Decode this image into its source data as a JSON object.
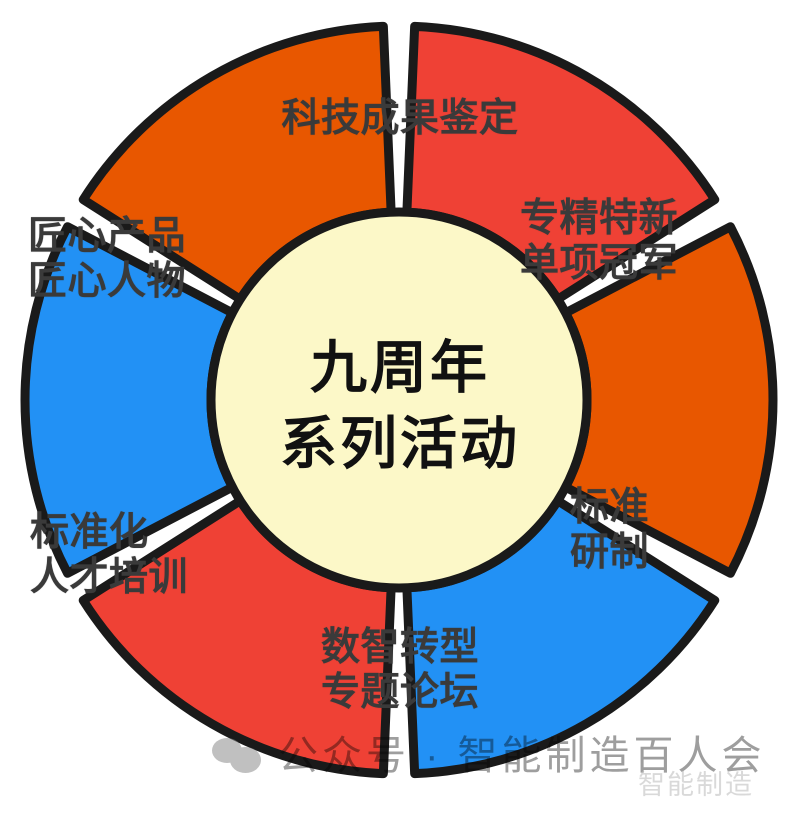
{
  "chart_data": {
    "type": "pie",
    "title": "九周年系列活动",
    "subtitle": "",
    "xlabel": "",
    "ylabel": "",
    "legend_position": "none",
    "grid": false,
    "hub": {
      "lines": [
        "九周年",
        "系列活动"
      ],
      "fill": "#FCF8C8",
      "stroke": "#1A1A1A",
      "text_color": "#111111"
    },
    "segment_count": 6,
    "categories": [
      "科技成果鉴定",
      "专精特新 单项冠军",
      "标准研制",
      "数智转型 专题论坛",
      "标准化 人才培训",
      "匠心产品 匠心人物"
    ],
    "values": [
      60,
      60,
      60,
      60,
      60,
      60
    ],
    "unit": "度",
    "segments": [
      {
        "id": "top",
        "lines": [
          "科技成果鉴定"
        ],
        "color": "#EF4135",
        "color_name": "red",
        "start_angle": -90,
        "end_angle": -30,
        "value": 60
      },
      {
        "id": "top-right",
        "lines": [
          "专精特新",
          "单项冠军"
        ],
        "color": "#E85700",
        "color_name": "orange",
        "start_angle": -30,
        "end_angle": 30,
        "value": 60
      },
      {
        "id": "right",
        "lines": [
          "标准",
          "研制"
        ],
        "color": "#2291F5",
        "color_name": "blue",
        "start_angle": 30,
        "end_angle": 90,
        "value": 60
      },
      {
        "id": "bottom",
        "lines": [
          "数智转型",
          "专题论坛"
        ],
        "color": "#EF4135",
        "color_name": "red",
        "start_angle": 90,
        "end_angle": 150,
        "value": 60
      },
      {
        "id": "bottom-left",
        "lines": [
          "标准化",
          "人才培训"
        ],
        "color": "#2291F5",
        "color_name": "blue",
        "start_angle": 150,
        "end_angle": 210,
        "value": 60
      },
      {
        "id": "top-left",
        "lines": [
          "匠心产品",
          "匠心人物"
        ],
        "color": "#E85700",
        "color_name": "orange",
        "start_angle": 210,
        "end_angle": 270,
        "value": 60
      }
    ]
  },
  "diagram": {
    "hub": {
      "line1": "九周年",
      "line2": "系列活动"
    },
    "segments": {
      "top": {
        "line1": "科技成果鉴定",
        "line2": ""
      },
      "top_right": {
        "line1": "专精特新",
        "line2": "单项冠军"
      },
      "right": {
        "line1": "标准",
        "line2": "研制"
      },
      "bottom": {
        "line1": "数智转型",
        "line2": "专题论坛"
      },
      "bottom_left": {
        "line1": "标准化",
        "line2": "人才培训"
      },
      "top_left": {
        "line1": "匠心产品",
        "line2": "匠心人物"
      }
    }
  },
  "watermark": {
    "text": "公众号 · 智能制造百人会",
    "sub_text": "智能制造",
    "icon": "speech-bubble-icon"
  },
  "colors": {
    "red": "#EF4135",
    "orange": "#E85700",
    "blue": "#2291F5",
    "hub_yellow": "#FCF8C8",
    "outline": "#1A1A1A",
    "label_text": "#3A3A3A",
    "hub_text": "#111111",
    "background": "#FFFFFF"
  }
}
